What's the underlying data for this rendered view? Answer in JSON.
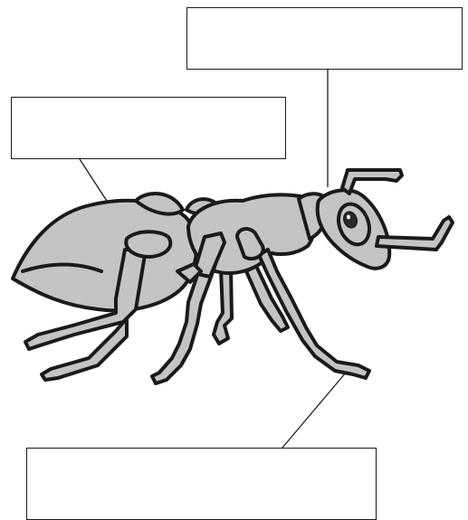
{
  "diagram": {
    "subject": "ant",
    "labels": [
      {
        "id": "head-label",
        "text": ""
      },
      {
        "id": "abdomen-label",
        "text": ""
      },
      {
        "id": "leg-label",
        "text": ""
      }
    ]
  },
  "colors": {
    "outline": "#1a1a1a",
    "body_fill": "#c4c4c4",
    "background": "#ffffff"
  }
}
